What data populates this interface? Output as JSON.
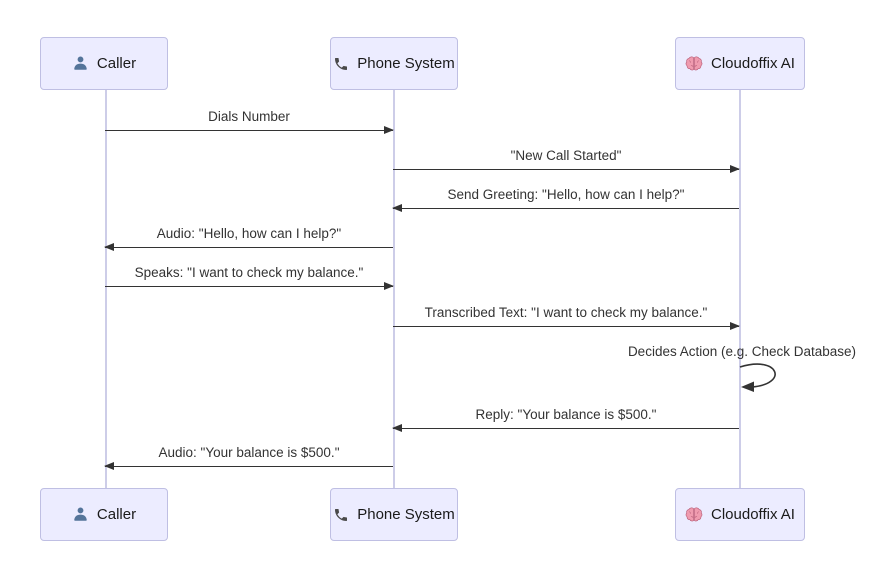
{
  "diagram": {
    "type": "sequence-diagram",
    "actors": [
      {
        "name": "Caller",
        "icon": "person-icon"
      },
      {
        "name": "Phone System",
        "icon": "phone-icon"
      },
      {
        "name": "Cloudoffix AI",
        "icon": "brain-icon"
      }
    ],
    "messages": [
      {
        "from": "Caller",
        "to": "Phone System",
        "direction": "right",
        "label": "Dials Number"
      },
      {
        "from": "Phone System",
        "to": "Cloudoffix AI",
        "direction": "right",
        "label": "\"New Call Started\""
      },
      {
        "from": "Cloudoffix AI",
        "to": "Phone System",
        "direction": "left",
        "label": "Send Greeting: \"Hello, how can I help?\""
      },
      {
        "from": "Phone System",
        "to": "Caller",
        "direction": "left",
        "label": "Audio: \"Hello, how can I help?\""
      },
      {
        "from": "Caller",
        "to": "Phone System",
        "direction": "right",
        "label": "Speaks: \"I want to check my balance.\""
      },
      {
        "from": "Phone System",
        "to": "Cloudoffix AI",
        "direction": "right",
        "label": "Transcribed Text: \"I want to check my balance.\""
      },
      {
        "from": "Cloudoffix AI",
        "to": "Cloudoffix AI",
        "direction": "self",
        "label": "Decides Action (e.g. Check Database)"
      },
      {
        "from": "Cloudoffix AI",
        "to": "Phone System",
        "direction": "left",
        "label": "Reply: \"Your balance is $500.\""
      },
      {
        "from": "Phone System",
        "to": "Caller",
        "direction": "left",
        "label": "Audio: \"Your balance is $500.\""
      }
    ],
    "colors": {
      "actor_fill": "#ECECFF",
      "actor_border": "#bfbfe3",
      "lifeline": "#cdcde8",
      "arrow": "#333333",
      "text": "#333333",
      "person_icon": "#54749a",
      "phone_icon": "#4a4a4a",
      "brain_icon_fill": "#ef9baf",
      "brain_icon_stroke": "#b85c77",
      "background": "#ffffff"
    }
  }
}
